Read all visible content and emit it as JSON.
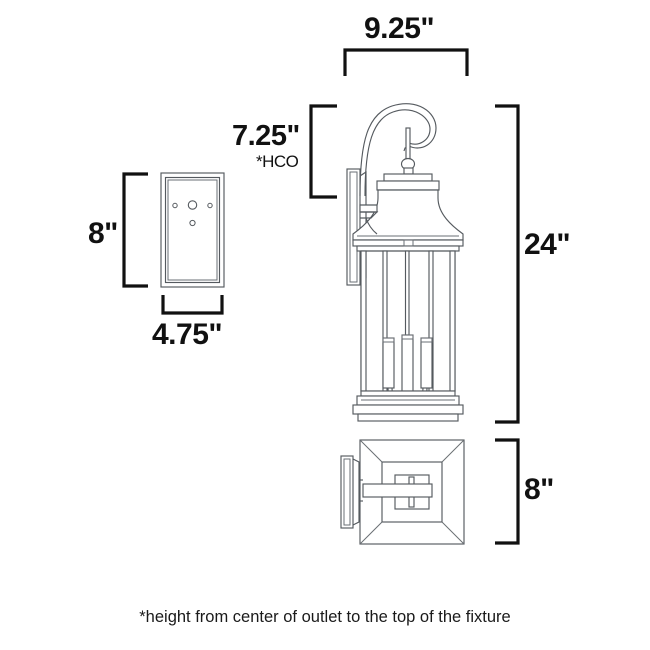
{
  "document": {
    "type": "product-dimension-spec-drawing",
    "subject": "outdoor wall lantern fixture"
  },
  "dimensions": {
    "width_top": "9.25\"",
    "hco_height": "7.25\"",
    "hco_note": "*HCO",
    "backplate_height": "8\"",
    "backplate_width": "4.75\"",
    "overall_height": "24\"",
    "depth_top_view": "8\""
  },
  "footnote": {
    "text": "*height from center of outlet to the top of the fixture"
  },
  "views": {
    "backplate": "wall-plate-front-view",
    "elevation": "fixture-side-elevation-view",
    "plan": "fixture-top-plan-view"
  },
  "colors": {
    "line": "#555a5f",
    "dimension": "#111111",
    "background": "#ffffff"
  }
}
